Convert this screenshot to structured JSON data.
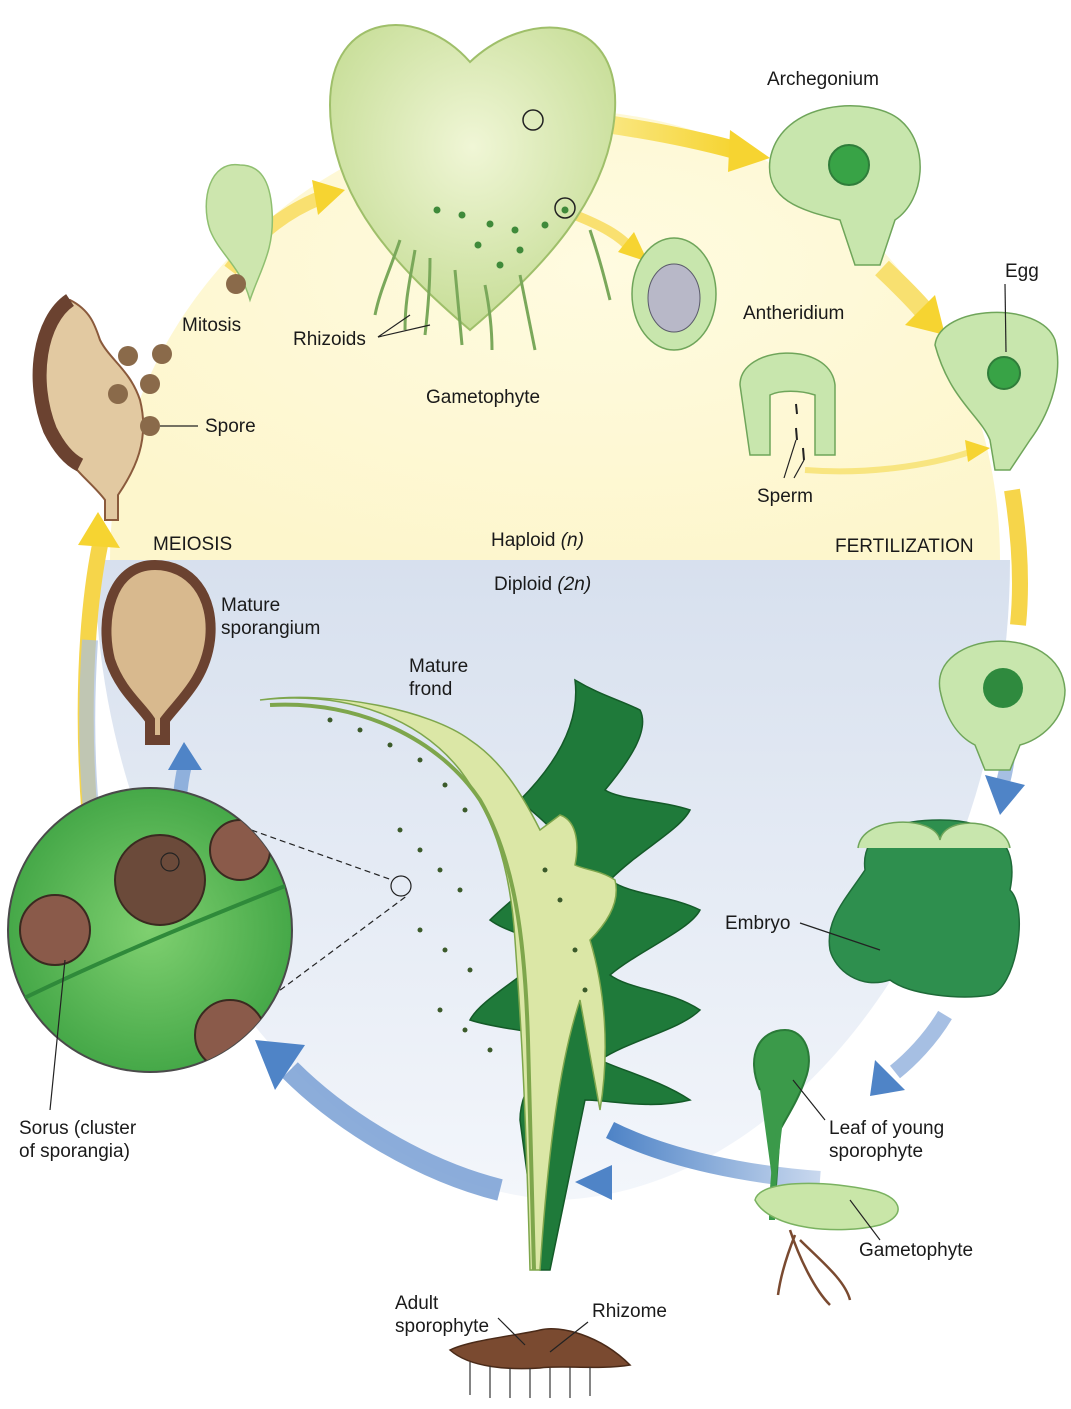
{
  "labels": {
    "archegonium": "Archegonium",
    "egg": "Egg",
    "antheridium": "Antheridium",
    "sperm": "Sperm",
    "mitosis": "Mitosis",
    "rhizoids": "Rhizoids",
    "gametophyte_top": "Gametophyte",
    "spore": "Spore",
    "meiosis": "MEIOSIS",
    "haploid": "Haploid",
    "haploid_n": "(n)",
    "fertilization": "FERTILIZATION",
    "diploid": "Diploid",
    "diploid_n": "(2n)",
    "mature_sporangium_1": "Mature",
    "mature_sporangium_2": "sporangium",
    "mature_frond_1": "Mature",
    "mature_frond_2": "frond",
    "embryo": "Embryo",
    "sorus_1": "Sorus (cluster",
    "sorus_2": "of sporangia)",
    "leaf_young_1": "Leaf of young",
    "leaf_young_2": "sporophyte",
    "gametophyte_bottom": "Gametophyte",
    "adult_1": "Adult",
    "adult_2": "sporophyte",
    "rhizome": "Rhizome"
  },
  "colors": {
    "haploid_bg": "#fdf9d8",
    "diploid_bg": "#dfe6f1",
    "arrow_yellow": "#f7d84a",
    "arrow_blue": "#5b8dcc",
    "cell_green": "#bfe3a3",
    "nucleus_green": "#2f7d3a",
    "frond_dark": "#1f7a3a",
    "frond_light": "#dbe7a6",
    "sporangium_brown": "#8a5a3c"
  }
}
